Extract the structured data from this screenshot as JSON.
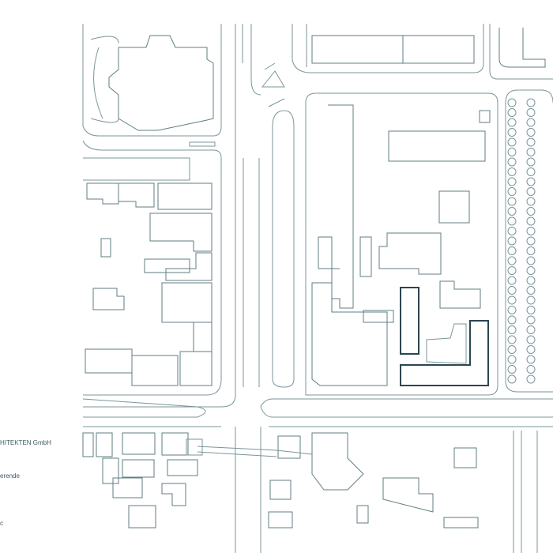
{
  "legend": {
    "office": "HITEKTEN GmbH",
    "line2": "erende",
    "line3": "c"
  },
  "colors": {
    "line": "#7b9599",
    "highlight": "#2a4650",
    "text": "#3b5962"
  }
}
